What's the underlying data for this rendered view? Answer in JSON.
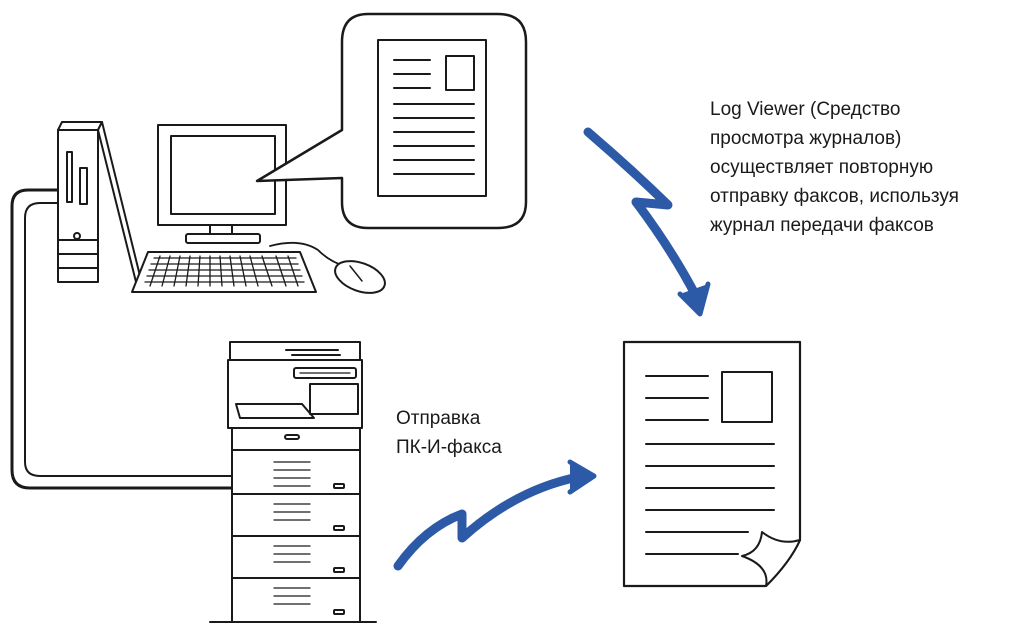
{
  "captions": {
    "log_viewer": {
      "lines": [
        "Log Viewer (Средство",
        "просмотра журналов)",
        "осуществляет повторную",
        "отправку факсов, используя",
        "журнал передачи факсов"
      ]
    },
    "pc_ifax": {
      "lines": [
        "Отправка",
        "ПК-И-факса"
      ]
    }
  },
  "colors": {
    "arrow": "#2d5aa6",
    "outline": "#1a1a1a",
    "fill": "#ffffff"
  },
  "icons": [
    "computer-tower-icon",
    "monitor-icon",
    "keyboard-icon",
    "mouse-icon",
    "speech-bubble-icon",
    "document-icon",
    "multifunction-printer-icon",
    "lightning-arrow-icon"
  ]
}
